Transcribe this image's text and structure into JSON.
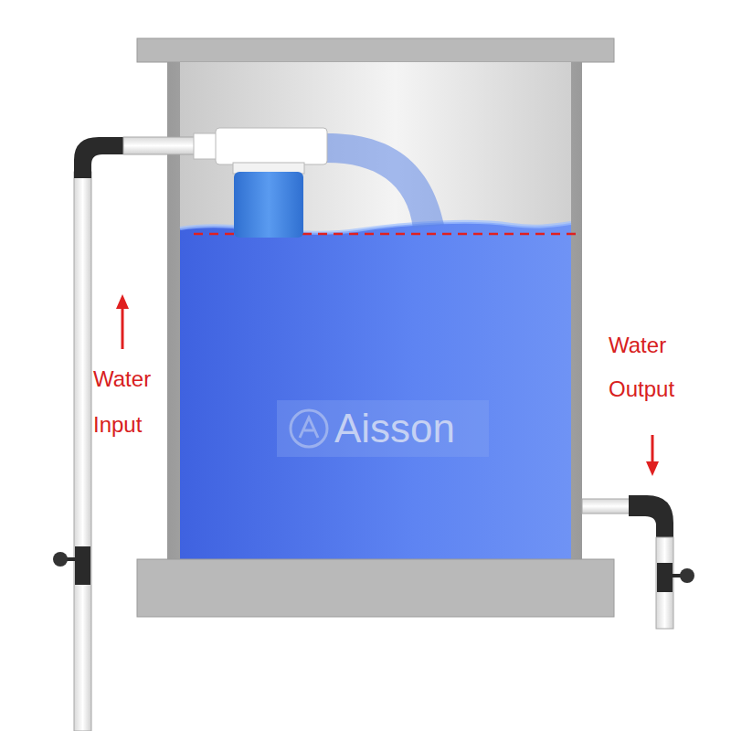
{
  "diagram": {
    "labels": [
      "Water Input",
      "Water Output",
      "Aisson"
    ]
  }
}
